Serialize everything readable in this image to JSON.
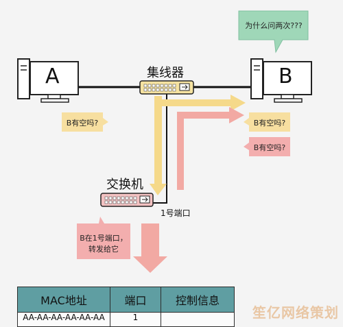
{
  "nodes": {
    "host_a": "A",
    "host_b": "B",
    "hub": "集线器",
    "switch": "交换机",
    "port_label": "1号端口"
  },
  "bubbles": {
    "question": "为什么问两次???",
    "b_busy_left": "B有空吗?",
    "b_busy_right_1": "B有空吗?",
    "b_busy_right_2": "B有空吗?",
    "b_on_port": [
      "B在1号端口，",
      "转发给它"
    ]
  },
  "table": {
    "headers": [
      "MAC地址",
      "端口",
      "控制信息"
    ],
    "rows": [
      [
        "AA-AA-AA-AA-AA-AA",
        "1",
        ""
      ]
    ]
  },
  "watermark": "笙亿网络策划",
  "colors": {
    "yellow_arrow": "#f5d98a",
    "pink_arrow": "#f2a9a3",
    "bubble_yellow": "#f7dfa0",
    "bubble_pink": "#f3aeae",
    "bubble_green": "#9fd7b8",
    "hub": "#f6e3a1",
    "switch": "#f3c2c2",
    "table_header": "#5f9ea2"
  }
}
